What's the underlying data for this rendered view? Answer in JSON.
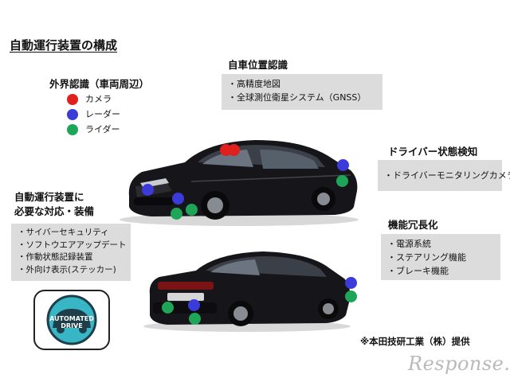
{
  "title": "自動運行装置の構成",
  "sections": {
    "external": {
      "heading": "外界認識（車両周辺）",
      "legend": [
        {
          "label": "カメラ",
          "color": "#e0201c"
        },
        {
          "label": "レーダー",
          "color": "#3b3bd9"
        },
        {
          "label": "ライダー",
          "color": "#1fa558"
        }
      ]
    },
    "position": {
      "heading": "自車位置認識",
      "items": [
        "・高精度地図",
        "・全球測位衛星システム（GNSS）"
      ]
    },
    "driver": {
      "heading": "ドライバー状態検知",
      "items": [
        "・ドライバーモニタリングカメラ"
      ]
    },
    "requirements": {
      "heading_lines": [
        "自動運行装置に",
        "必要な対応・装備"
      ],
      "items": [
        "・サイバーセキュリティ",
        "・ソフトウエアアップデート",
        "・作動状態記録装置",
        "・外向け表示(ステッカー)"
      ]
    },
    "redundancy": {
      "heading": "機能冗長化",
      "items": [
        "・電源系統",
        "・ステアリング機能",
        "・ブレーキ機能"
      ]
    }
  },
  "badge": {
    "lines": [
      "AUTOMATED",
      "DRIVE"
    ],
    "icon": "car-badge-icon"
  },
  "credit": "※本田技研工業（株）提供",
  "watermark": "Response."
}
